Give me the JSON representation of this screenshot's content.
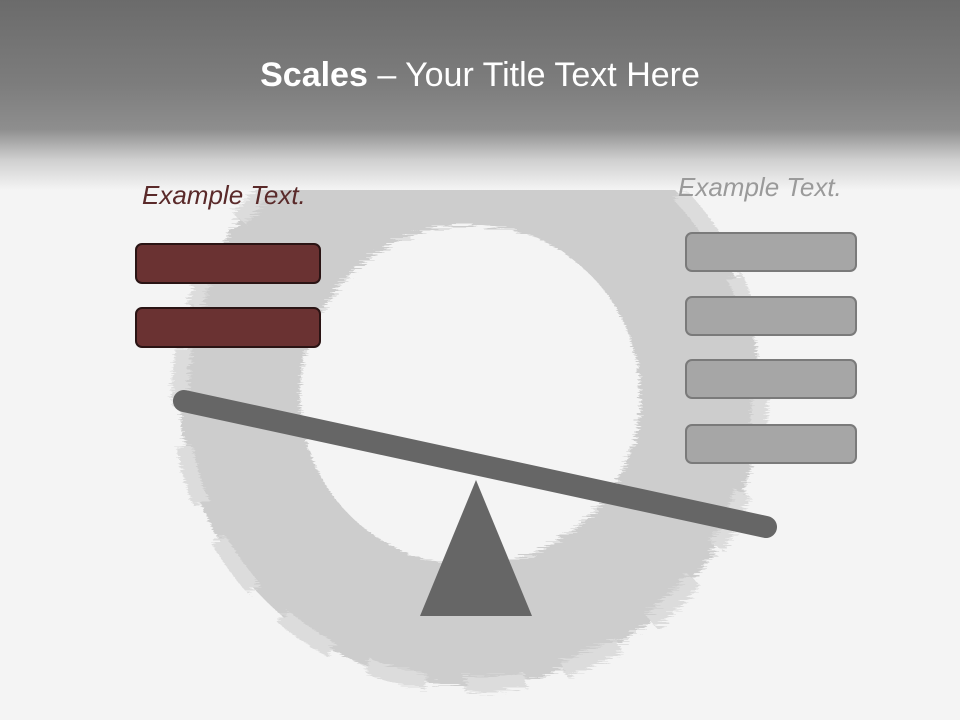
{
  "slide": {
    "title_bold": "Scales",
    "title_rest": " – Your Title Text Here",
    "left_label": "Example Text.",
    "right_label": "Example Text.",
    "left_bar_count": 2,
    "right_bar_count": 4
  },
  "colors": {
    "header_gray": "#7d7d7d",
    "left_bar_fill": "#6a3232",
    "left_label_text": "#5a2a2a",
    "right_bar_fill": "#a6a6a6",
    "right_label_text": "#9a9a9a",
    "seesaw_gray": "#666666",
    "brush_ring": "#c8c8c8"
  }
}
